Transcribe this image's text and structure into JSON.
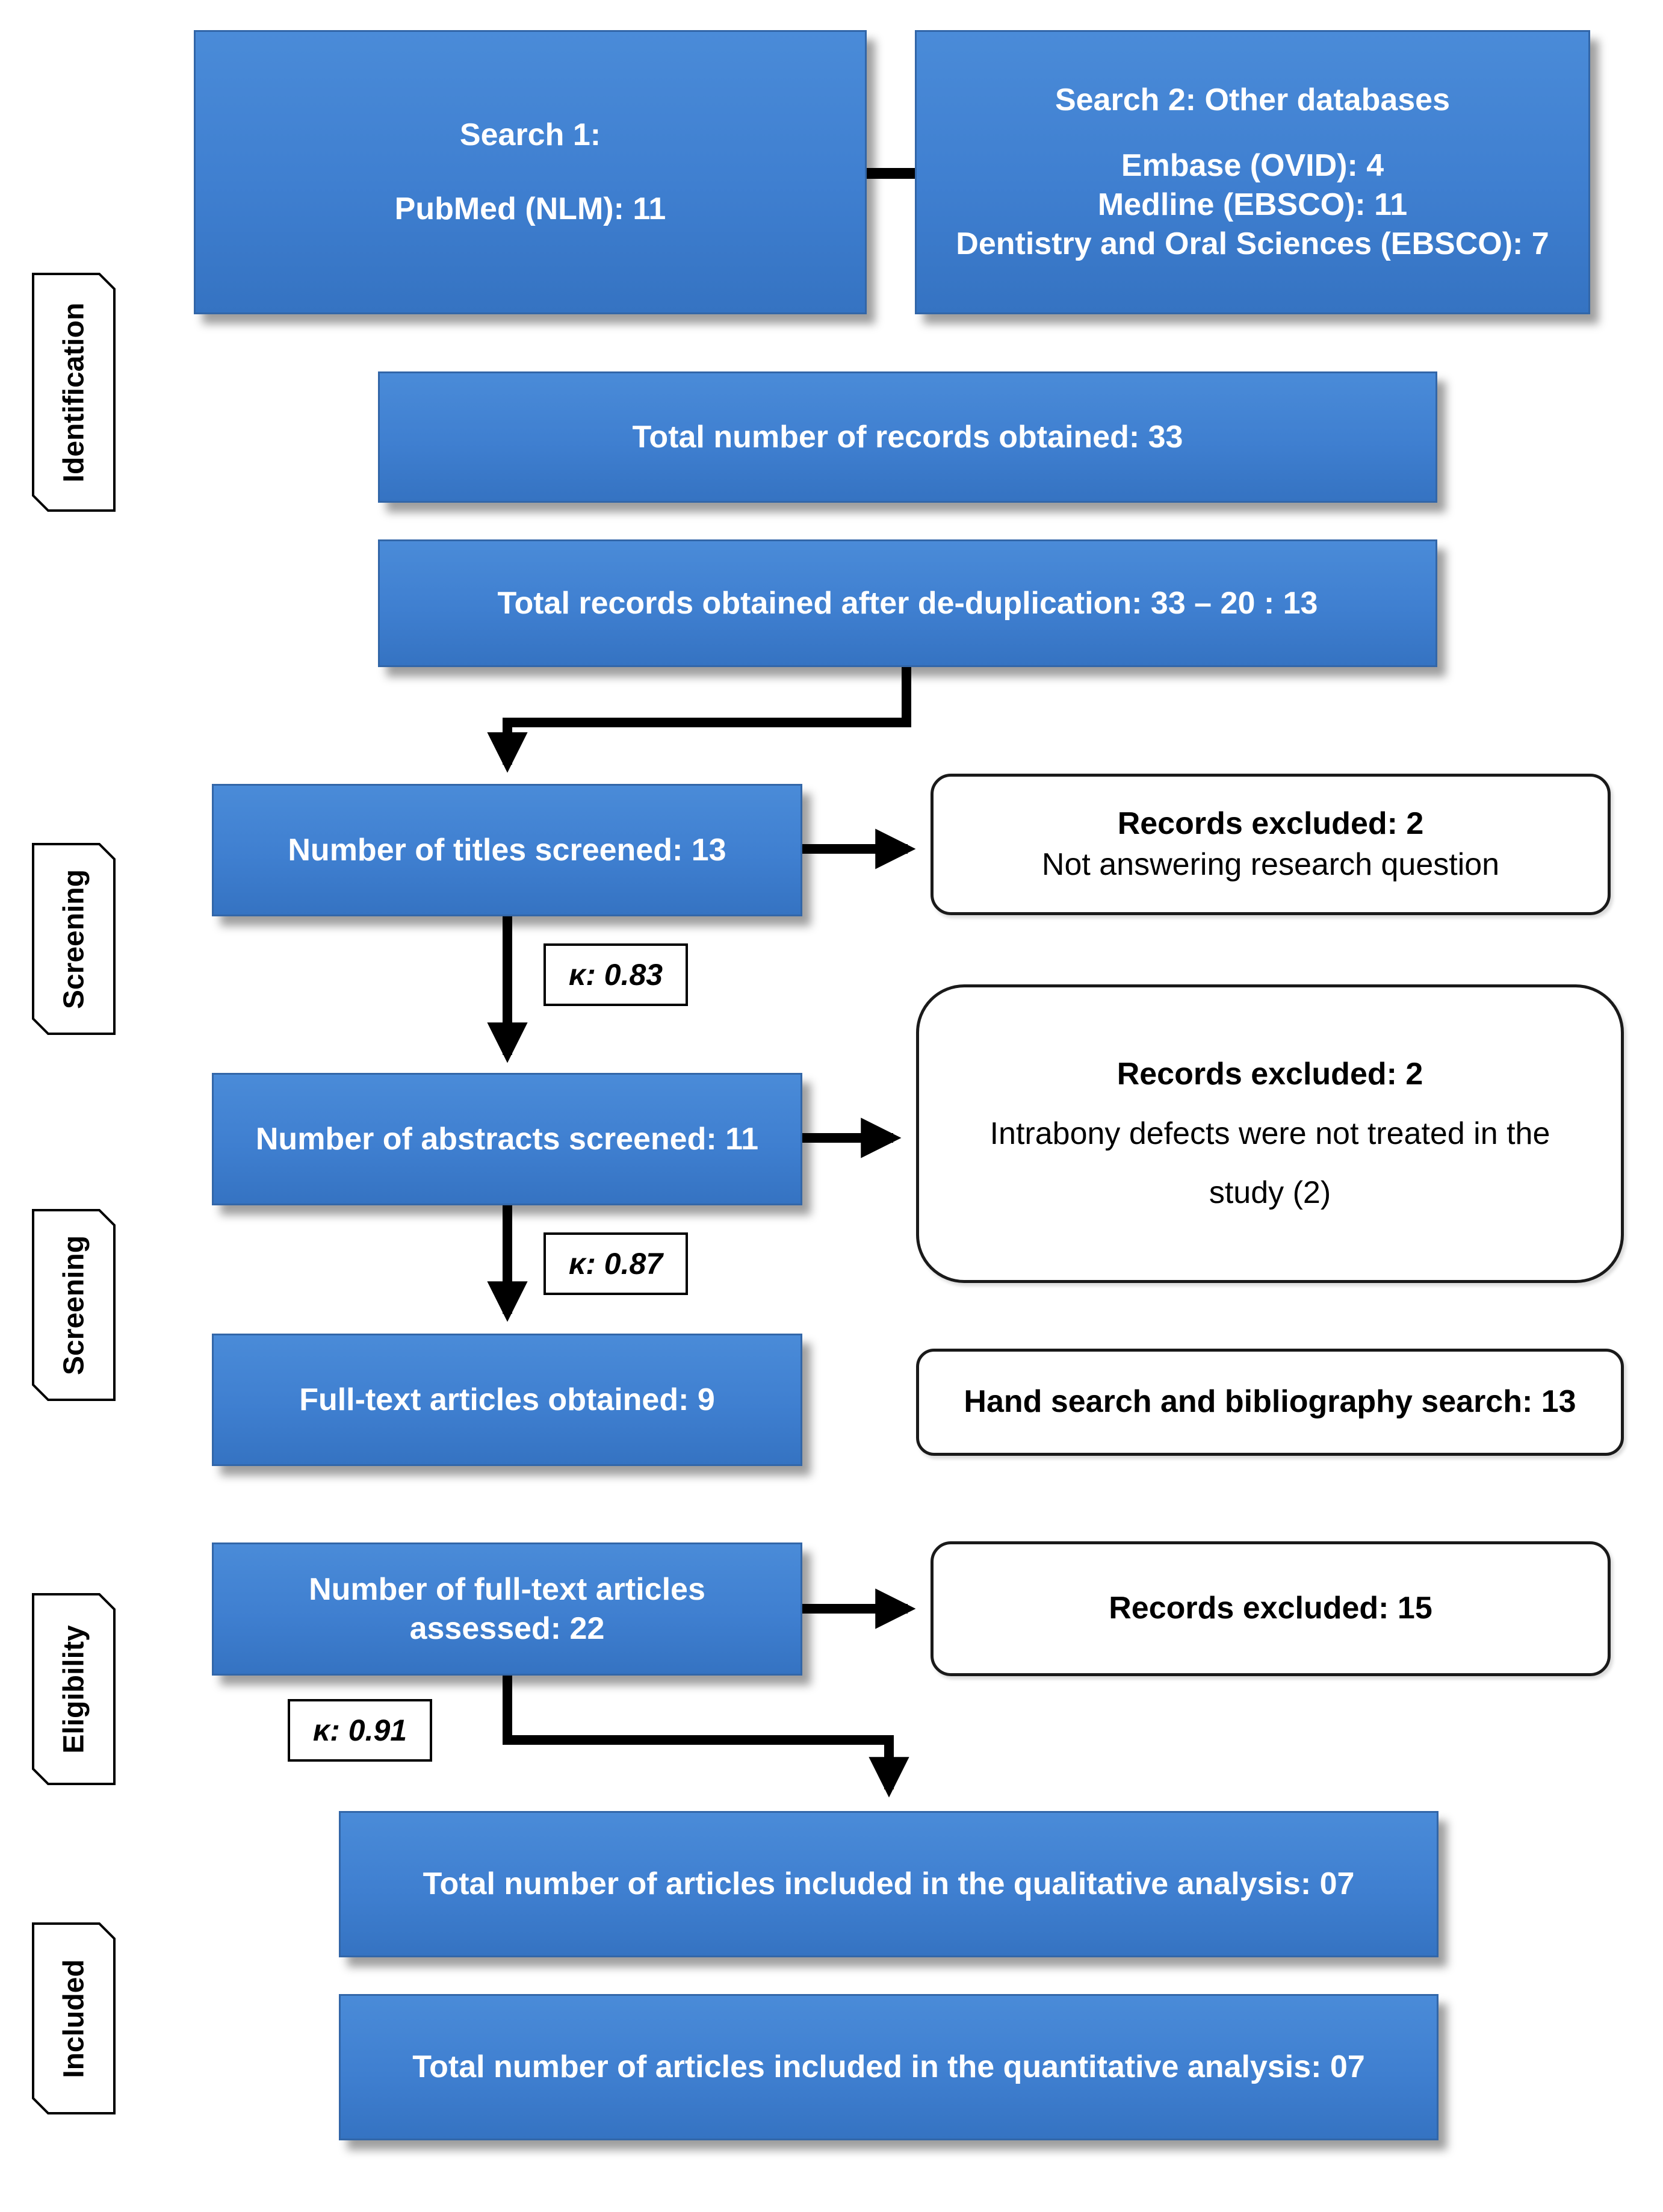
{
  "phases": {
    "identification": "Identification",
    "screening_1": "Screening",
    "screening_2": "Screening",
    "eligibility": "Eligibility",
    "included": "Included"
  },
  "search1": {
    "title": "Search 1:",
    "line1": "PubMed (NLM): 11"
  },
  "search2": {
    "title": "Search 2: Other databases",
    "line1": "Embase (OVID): 4",
    "line2": "Medline (EBSCO): 11",
    "line3": "Dentistry and Oral Sciences (EBSCO): 7"
  },
  "total_records": "Total number of records obtained: 33",
  "dedup_records": "Total records obtained after de-duplication: 33 – 20 : 13",
  "titles_screened": "Number of titles screened: 13",
  "excluded_titles": {
    "title": "Records excluded: 2",
    "reason": "Not answering research question"
  },
  "kappa_1": "κ: 0.83",
  "abstracts_screened": "Number of abstracts screened: 11",
  "excluded_abstracts": {
    "title": "Records excluded: 2",
    "reason_line1": "Intrabony defects were not treated in the",
    "reason_line2": "study (2)"
  },
  "kappa_2": "κ: 0.87",
  "fulltext_obtained": "Full-text articles obtained: 9",
  "hand_search": "Hand search and bibliography search: 13",
  "fulltext_assessed": {
    "line1": "Number of full-text articles",
    "line2": "assessed: 22"
  },
  "excluded_fulltext": "Records excluded: 15",
  "kappa_3": "κ: 0.91",
  "qualitative": "Total number of articles included in the qualitative analysis: 07",
  "quantitative": "Total number of articles included in the quantitative analysis: 07",
  "colors": {
    "box_fill": "#3f7fd0",
    "box_border": "#3266a8",
    "box_text": "#ffffff",
    "arrow": "#000000"
  }
}
